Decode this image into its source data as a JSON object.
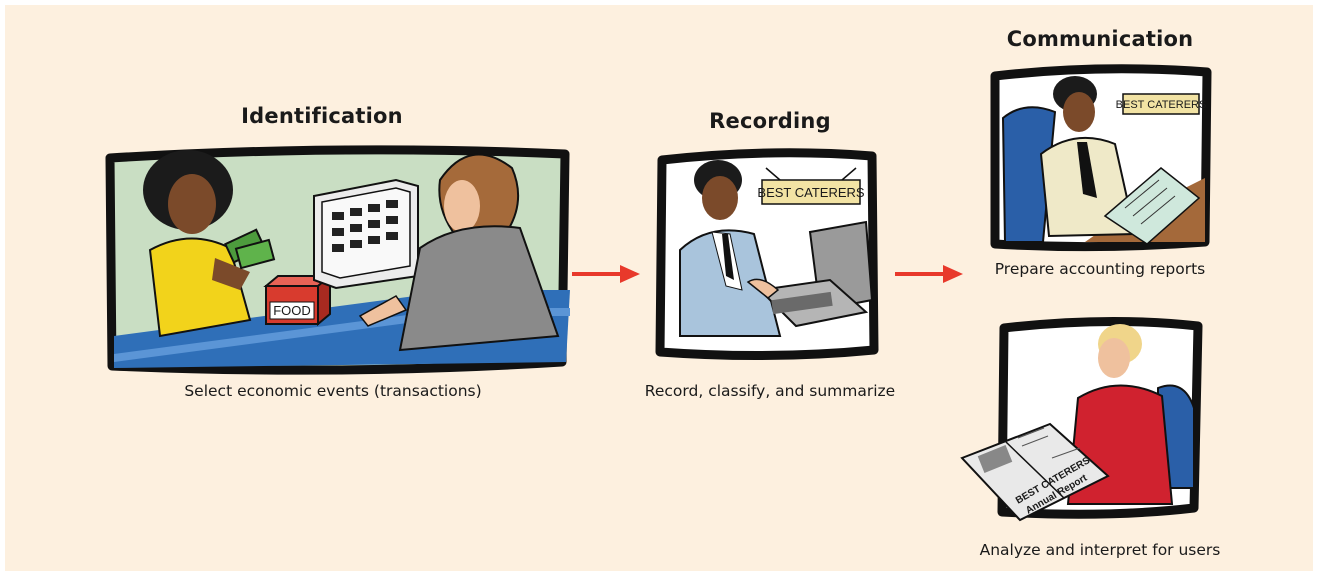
{
  "stages": {
    "identification": {
      "title": "Identification",
      "caption": "Select economic events (transactions)",
      "box_label": "FOOD"
    },
    "recording": {
      "title": "Recording",
      "caption": "Record, classify, and summarize",
      "sign_label": "BEST CATERERS"
    },
    "communication": {
      "title": "Communication",
      "reports_caption": "Prepare accounting reports",
      "reports_sign_label": "BEST CATERERS",
      "users_caption": "Analyze and interpret for users",
      "annual_report_line1": "BEST CATERERS",
      "annual_report_line2": "Annual Report"
    }
  },
  "colors": {
    "background": "#fdf0df",
    "arrow": "#e8392b",
    "frame": "#111111",
    "scene_bg": "#c7dcc0"
  }
}
